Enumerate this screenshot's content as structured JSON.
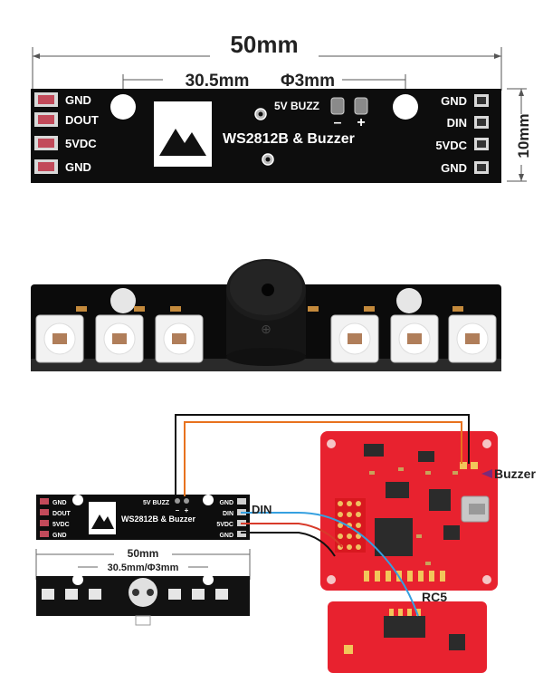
{
  "top_board": {
    "overall_width": "50mm",
    "hole_spacing": "30.5mm",
    "hole_diameter": "Φ3mm",
    "height": "10mm",
    "left_pads": [
      "GND",
      "DOUT",
      "5VDC",
      "GND"
    ],
    "right_pads": [
      "GND",
      "DIN",
      "5VDC",
      "GND"
    ],
    "buzz_label": "5V BUZZ",
    "minus": "–",
    "plus": "+",
    "title": "WS2812B & Buzzer",
    "logo_icon": "mountain-logo-icon"
  },
  "led_board": {
    "led_count": 6,
    "buzzer_icon": "buzzer-icon"
  },
  "wiring": {
    "small_board": {
      "left_pads": [
        "GND",
        "DOUT",
        "5VDC",
        "GND"
      ],
      "right_pads": [
        "GND",
        "DIN",
        "5VDC",
        "GND"
      ],
      "buzz_label": "5V BUZZ",
      "minus": "–",
      "plus": "+",
      "title": "WS2812B & Buzzer"
    },
    "din_label": "DIN",
    "buzzer_label": "Buzzer",
    "rc5_label": "RC5",
    "back_width": "50mm",
    "back_holes": "30.5mm/Φ3mm",
    "fc_board_colors": {
      "pcb": "#e8222f",
      "chip": "#2b2b2b"
    },
    "wire_colors": {
      "orange": "#e8721e",
      "black": "#111111",
      "blue": "#35a0e0",
      "red": "#d83a2a"
    }
  }
}
